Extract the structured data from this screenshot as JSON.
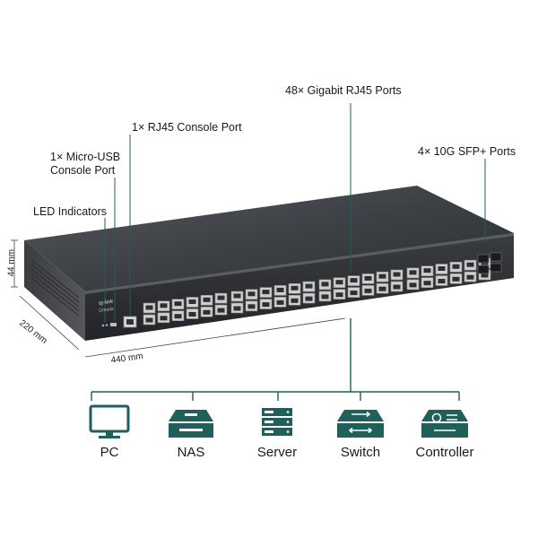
{
  "callouts": {
    "rj45_ports": "48× Gigabit RJ45 Ports",
    "console_port": "1× RJ45 Console Port",
    "micro_usb_line1": "1× Micro-USB",
    "micro_usb_line2": "Console Port",
    "sfp_ports": "4× 10G SFP+ Ports",
    "led_indicators": "LED Indicators"
  },
  "dimensions": {
    "height": "44 mm",
    "depth": "220 mm",
    "width": "440 mm"
  },
  "brand": {
    "logo": "tp-link",
    "sub": "Omada"
  },
  "devices": [
    {
      "label": "PC",
      "icon": "monitor-icon"
    },
    {
      "label": "NAS",
      "icon": "nas-icon"
    },
    {
      "label": "Server",
      "icon": "server-icon"
    },
    {
      "label": "Switch",
      "icon": "switch-icon"
    },
    {
      "label": "Controller",
      "icon": "controller-icon"
    }
  ],
  "colors": {
    "accent": "#1f5f5c",
    "chassis_top": "#3a3d40",
    "chassis_front": "#2b2d30"
  }
}
